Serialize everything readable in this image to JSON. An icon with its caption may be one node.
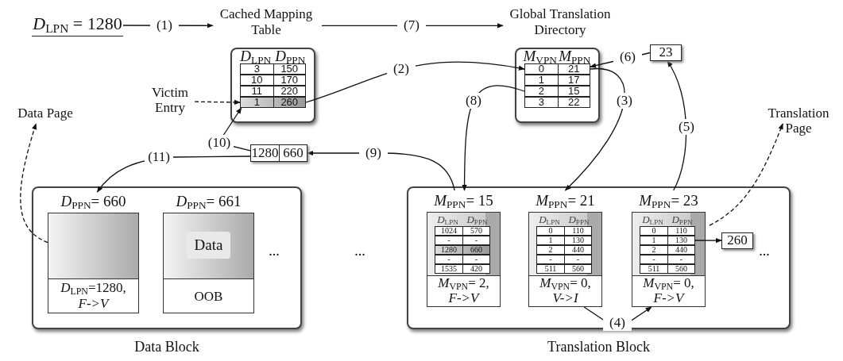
{
  "diagram": {
    "nodes": [
      {
        "text": [
          "*D*$_{LPN}$ = 1280"
        ]
      },
      {
        "text": [
          "Cached Mapping Table",
          "*D*$_{LPN}$",
          "*D*$_{PPN}$"
        ]
      },
      {
        "text": [
          "3",
          "150"
        ],
        "in": 1
      },
      {
        "text": [
          "10",
          "170"
        ],
        "in": 1
      },
      {
        "text": [
          "11",
          "220"
        ],
        "in": 1
      },
      {
        "text": [
          "1",
          "260"
        ],
        "in": 1
      },
      {
        "text": [
          "Victim Entry"
        ]
      },
      {
        "text": [
          "Global Translation Directory",
          "*M*$_{VPN}$",
          "*M*$_{PPN}$"
        ]
      },
      {
        "text": [
          "0",
          "21"
        ],
        "in": 7
      },
      {
        "text": [
          "1",
          "17"
        ],
        "in": 7
      },
      {
        "text": [
          "2",
          "15"
        ],
        "in": 7
      },
      {
        "text": [
          "3",
          "22"
        ],
        "in": 7
      },
      {
        "text": [
          "23"
        ]
      },
      {
        "text": [
          "Data Page"
        ]
      },
      {
        "text": [
          "1280",
          "660"
        ]
      },
      {
        "text": [
          "Translation Page"
        ]
      },
      {
        "text": [
          "Data Block"
        ]
      },
      {
        "text": [
          "*D*$_{PPN}$= 660",
          "*D*$_{LPN}$=1280, *F->V*"
        ],
        "in": 16
      },
      {
        "text": [
          "*D*$_{PPN}$= 661",
          "Data",
          "OOB"
        ],
        "in": 16
      },
      {
        "text": [
          "Translation Block"
        ]
      },
      {
        "text": [
          "*M*$_{PPN}$= 15",
          "*D*$_{LPN}$",
          "*D*$_{PPN}$",
          "*M*$_{VPN}$= 2, *F->V*"
        ],
        "in": 19
      },
      {
        "text": [
          "1024",
          "570"
        ],
        "in": 20
      },
      {
        "text": [
          "-",
          "-"
        ],
        "in": 20
      },
      {
        "text": [
          "1280",
          "660"
        ],
        "in": 20
      },
      {
        "text": [
          "-",
          "-"
        ],
        "in": 20
      },
      {
        "text": [
          "1535",
          "420"
        ],
        "in": 20
      },
      {
        "text": [
          "*M*$_{PPN}$= 21",
          "*D*$_{LPN}$",
          "*D*$_{PPN}$",
          "*M*$_{VPN}$= 0, *V->I*"
        ],
        "in": 19
      },
      {
        "text": [
          "0",
          "110"
        ],
        "in": 26
      },
      {
        "text": [
          "1",
          "130"
        ],
        "in": 26
      },
      {
        "text": [
          "2",
          "440"
        ],
        "in": 26
      },
      {
        "text": [
          "-",
          "-"
        ],
        "in": 26
      },
      {
        "text": [
          "511",
          "560"
        ],
        "in": 26
      },
      {
        "text": [
          "*M*$_{PPN}$= 23",
          "*D*$_{LPN}$",
          "*D*$_{PPN}$",
          "*M*$_{VPN}$= 0, *F->V*"
        ],
        "in": 19
      },
      {
        "text": [
          "0",
          "110"
        ],
        "in": 32
      },
      {
        "text": [
          "1",
          "130"
        ],
        "in": 32
      },
      {
        "text": [
          "2",
          "440"
        ],
        "in": 32
      },
      {
        "text": [
          "-",
          "-"
        ],
        "in": 32
      },
      {
        "text": [
          "511",
          "560"
        ],
        "in": 32
      },
      {
        "text": [
          "260"
        ],
        "in": 19
      }
    ],
    "edges": [
      {
        "from": 0,
        "to": 1,
        "arrow": "to",
        "label": "(1)"
      },
      {
        "from": 1,
        "to": 7,
        "arrow": "to",
        "label": "(7)"
      },
      {
        "from": 5,
        "to": 8,
        "arrow": "to",
        "label": "(2)"
      },
      {
        "from": 6,
        "to": 5,
        "arrow": "to",
        "style": "dashed"
      },
      {
        "from": 12,
        "to": 8,
        "arrow": "to",
        "label": "(6)"
      },
      {
        "from": 8,
        "to": 26,
        "arrow": "to",
        "label": "(3)"
      },
      {
        "from": 10,
        "to": 20,
        "arrow": "to",
        "label": "(8)"
      },
      {
        "from": 20,
        "to": 14,
        "arrow": "to",
        "label": "(9)"
      },
      {
        "from": 14,
        "to": 5,
        "arrow": "to",
        "label": "(10)"
      },
      {
        "from": 14,
        "to": 17,
        "arrow": "to",
        "label": "(11)"
      },
      {
        "from": 32,
        "to": 12,
        "arrow": "to",
        "label": "(5)"
      },
      {
        "from": 26,
        "to": 32,
        "arrow": "to",
        "label": "(4)"
      },
      {
        "from": 34,
        "to": 38,
        "arrow": "to"
      },
      {
        "from": 17,
        "to": 13,
        "arrow": "to",
        "style": "dashed"
      },
      {
        "from": 32,
        "to": 15,
        "arrow": "to",
        "style": "dashed"
      }
    ],
    "labels": [
      "...",
      "...",
      "..."
    ]
  }
}
